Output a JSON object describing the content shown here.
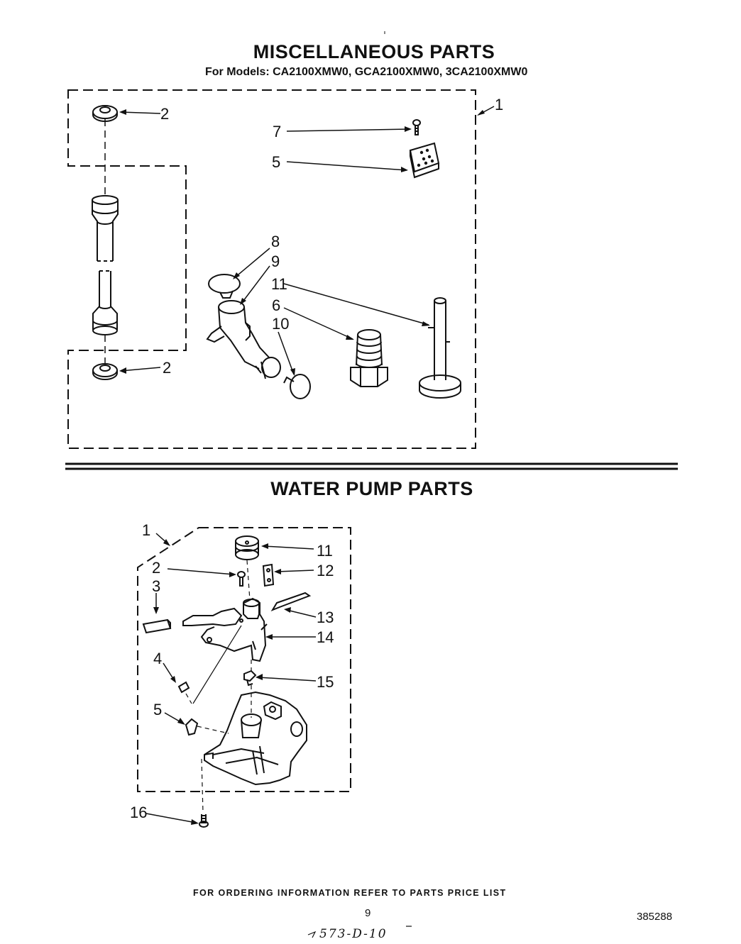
{
  "misc": {
    "title": "MISCELLANEOUS PARTS",
    "models": "For Models: CA2100XMW0, GCA2100XMW0, 3CA2100XMW0",
    "callouts": {
      "c1": "1",
      "c2a": "2",
      "c2b": "2",
      "c5": "5",
      "c6": "6",
      "c7": "7",
      "c8": "8",
      "c9": "9",
      "c10": "10",
      "c11": "11"
    }
  },
  "pump": {
    "title": "WATER PUMP PARTS",
    "callouts": {
      "c1": "1",
      "c2": "2",
      "c3": "3",
      "c4": "4",
      "c5": "5",
      "c11": "11",
      "c12": "12",
      "c13": "13",
      "c14": "14",
      "c15": "15",
      "c16": "16"
    }
  },
  "footer": {
    "ordering": "FOR ORDERING INFORMATION REFER TO PARTS PRICE LIST",
    "page_number": "9",
    "doc_number": "385288",
    "handwritten": "573-D-10"
  }
}
